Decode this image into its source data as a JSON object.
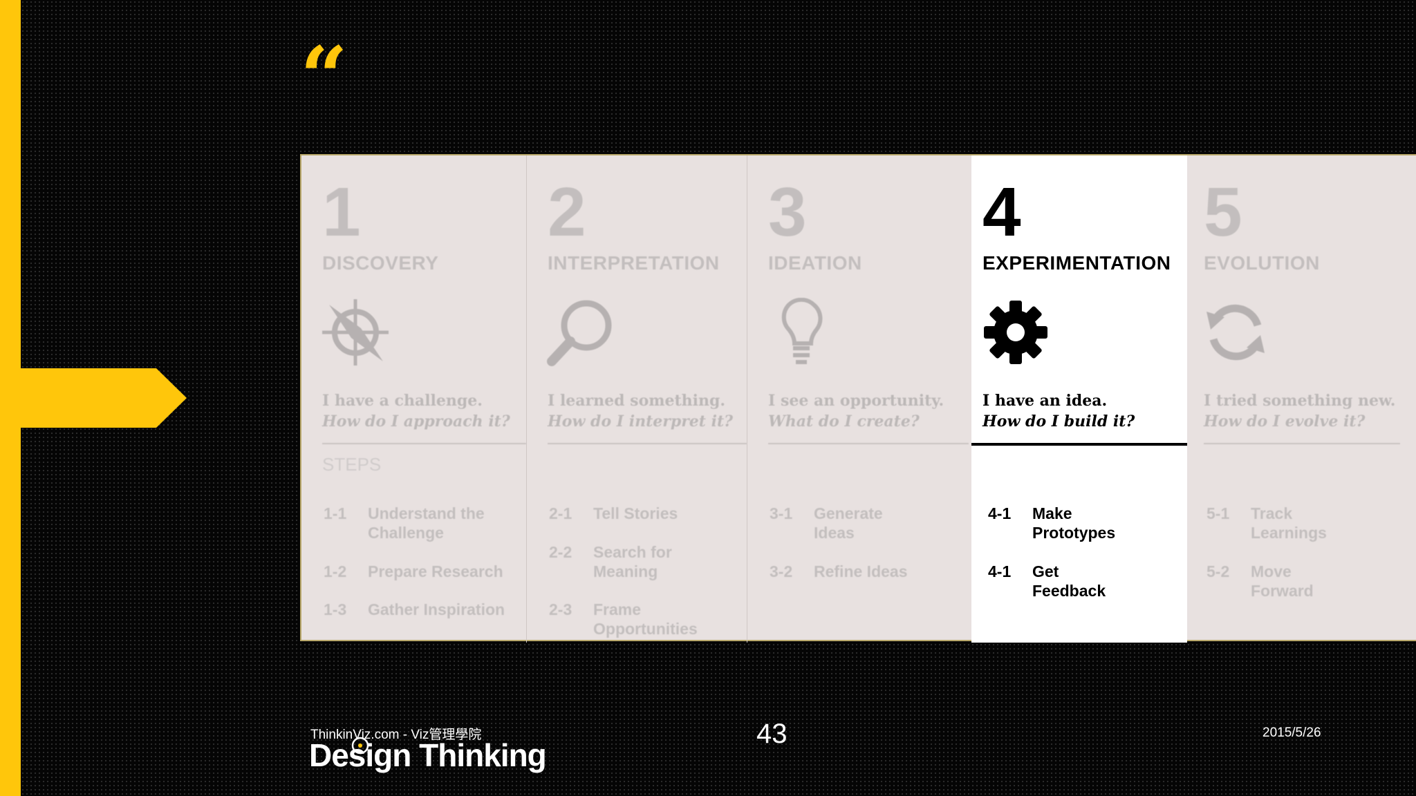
{
  "colors": {
    "accent": "#FFC60B",
    "background": "#050505",
    "panel": "#E8E1E0",
    "active_panel": "#FFFFFF"
  },
  "quote_mark": "“",
  "columns": [
    {
      "number": "1",
      "title": "DISCOVERY",
      "icon": "compass-icon",
      "question": "I have a challenge.",
      "question_italic": "How do I approach it?",
      "steps_label": "STEPS",
      "steps": [
        {
          "num": "1-1",
          "label": "Understand the Challenge"
        },
        {
          "num": "1-2",
          "label": "Prepare Research"
        },
        {
          "num": "1-3",
          "label": "Gather Inspiration"
        }
      ]
    },
    {
      "number": "2",
      "title": "INTERPRETATION",
      "icon": "magnifier-icon",
      "question": "I learned something.",
      "question_italic": "How do I interpret it?",
      "steps": [
        {
          "num": "2-1",
          "label": "Tell Stories"
        },
        {
          "num": "2-2",
          "label": "Search for Meaning"
        },
        {
          "num": "2-3",
          "label": "Frame Opportunities"
        }
      ]
    },
    {
      "number": "3",
      "title": "IDEATION",
      "icon": "lightbulb-icon",
      "question": "I see an opportunity.",
      "question_italic": "What do I create?",
      "steps": [
        {
          "num": "3-1",
          "label": "Generate Ideas"
        },
        {
          "num": "3-2",
          "label": "Refine Ideas"
        }
      ]
    },
    {
      "number": "4",
      "title": "EXPERIMENTATION",
      "icon": "gear-icon",
      "question": "I have an idea.",
      "question_italic": "How do I build it?",
      "steps": [
        {
          "num": "4-1",
          "label": "Make Prototypes"
        },
        {
          "num": "4-1",
          "label": "Get Feedback"
        }
      ]
    },
    {
      "number": "5",
      "title": "EVOLUTION",
      "icon": "refresh-icon",
      "question": "I tried something new.",
      "question_italic": "How do I evolve it?",
      "steps": [
        {
          "num": "5-1",
          "label": "Track Learnings"
        },
        {
          "num": "5-2",
          "label": "Move Forward"
        }
      ]
    }
  ],
  "footer": {
    "site": "ThinkinViz.com - Viz管理學院",
    "logo": "Design Thinking",
    "page_number": "43",
    "date": "2015/5/26"
  }
}
